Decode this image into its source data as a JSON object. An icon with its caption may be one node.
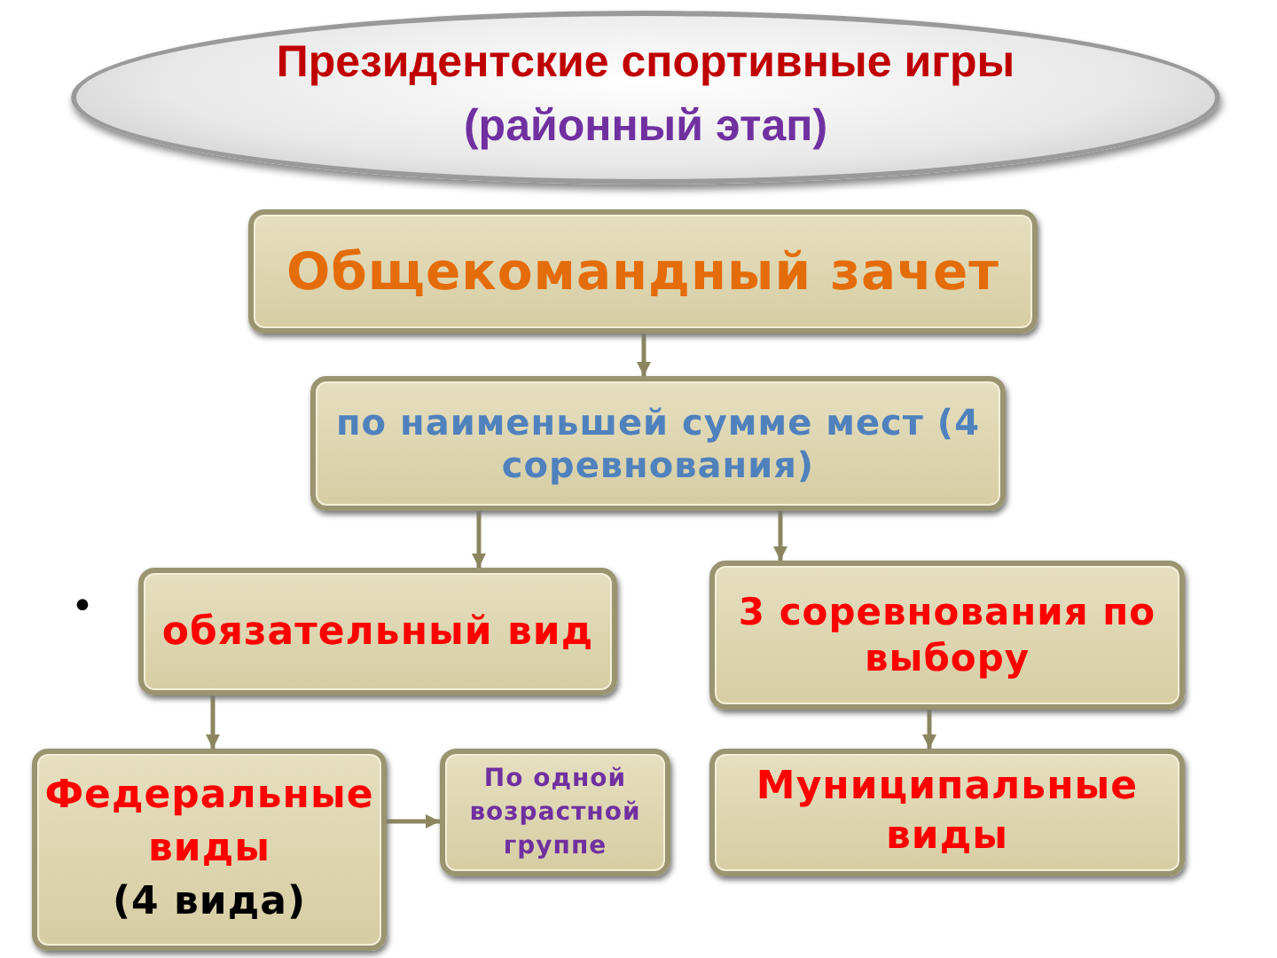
{
  "diagram": {
    "nodes": [
      {
        "text": [
          "Президентские спортивные игры",
          "(районный этап)"
        ]
      },
      {
        "text": [
          "Общекомандный зачет"
        ]
      },
      {
        "text": [
          "по наименьшей сумме мест (4 соревнования)"
        ]
      },
      {
        "text": [
          "обязательный вид"
        ]
      },
      {
        "text": [
          "3 соревнования по выбору"
        ]
      },
      {
        "text": [
          "Федеральные виды",
          "(4 вида)"
        ]
      },
      {
        "text": [
          "По одной возрастной группе"
        ]
      },
      {
        "text": [
          "Муниципальные виды"
        ]
      }
    ],
    "edges": [
      {
        "from": 1,
        "to": 2,
        "arrow": "to"
      },
      {
        "from": 2,
        "to": 3,
        "arrow": "to"
      },
      {
        "from": 2,
        "to": 4,
        "arrow": "to"
      },
      {
        "from": 3,
        "to": 5,
        "arrow": "to"
      },
      {
        "from": 5,
        "to": 6,
        "arrow": "to"
      },
      {
        "from": 4,
        "to": 7,
        "arrow": "to"
      }
    ],
    "labels": [
      "•"
    ]
  }
}
